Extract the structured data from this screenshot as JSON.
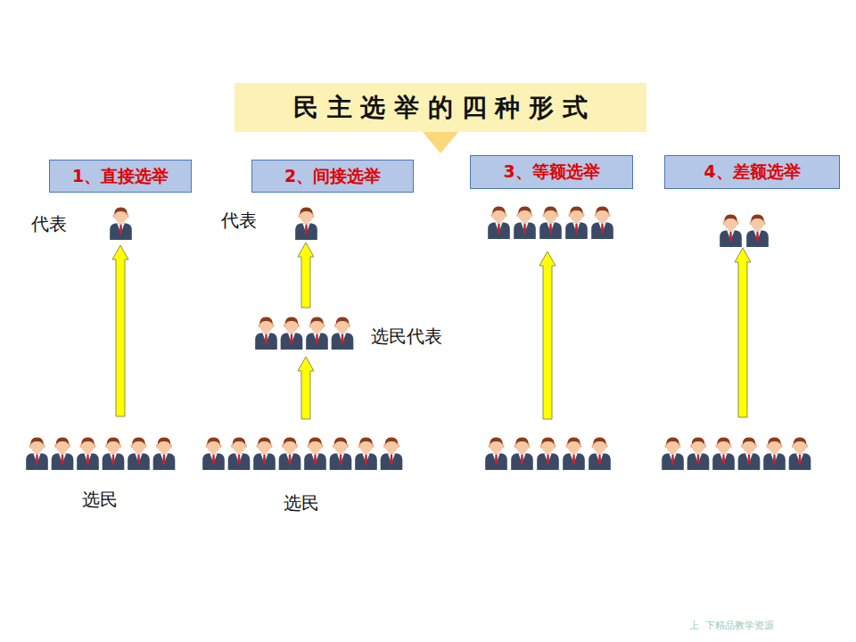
{
  "diagram": {
    "title": "民 主 选 举 的 四 种 形 式",
    "nodes": [
      {
        "text": [
          "1、直接选举"
        ]
      },
      {
        "text": [
          "2、间接选举"
        ]
      },
      {
        "text": [
          "3、等额选举"
        ]
      },
      {
        "text": [
          "4、差额选举"
        ]
      }
    ],
    "labels": [
      "代表",
      "代表",
      "选民代表",
      "选民",
      "选民",
      "上  下精品教学资源"
    ]
  }
}
